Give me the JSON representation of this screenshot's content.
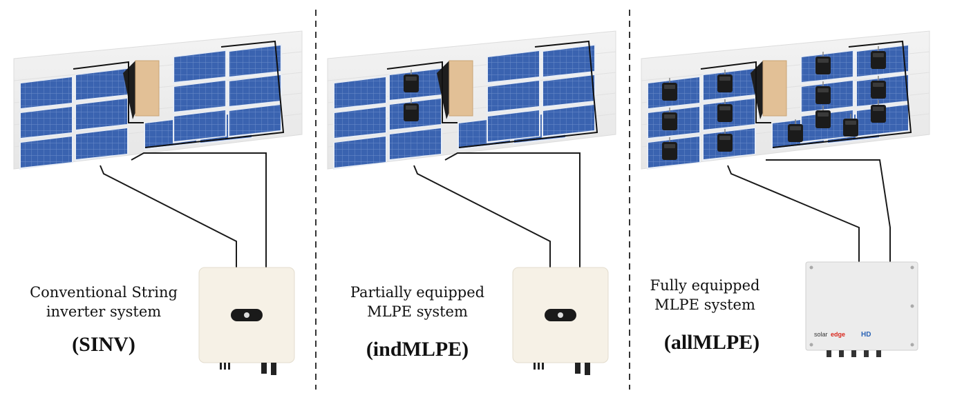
{
  "panels": [
    {
      "line1": "Conventional String",
      "line2": "inverter system",
      "code": "(SINV)"
    },
    {
      "line1": "Partially equipped",
      "line2": "MLPE system",
      "code": "(indMLPE)"
    },
    {
      "line1": "Fully equipped",
      "line2": "MLPE system",
      "code": "(allMLPE)"
    }
  ],
  "inverter_branding": {
    "brand": "solar",
    "brand_accent": "edge",
    "model_mark": "HD"
  },
  "colors": {
    "panel_blue": "#3a63b0",
    "panel_frame": "#e8edf5",
    "roof": "#ececec",
    "box": "#e2c096",
    "inverter_body": "#f6f1e6",
    "se_inverter_body": "#ececec",
    "wire": "#1a1a1a",
    "brand_red": "#d9261c"
  }
}
